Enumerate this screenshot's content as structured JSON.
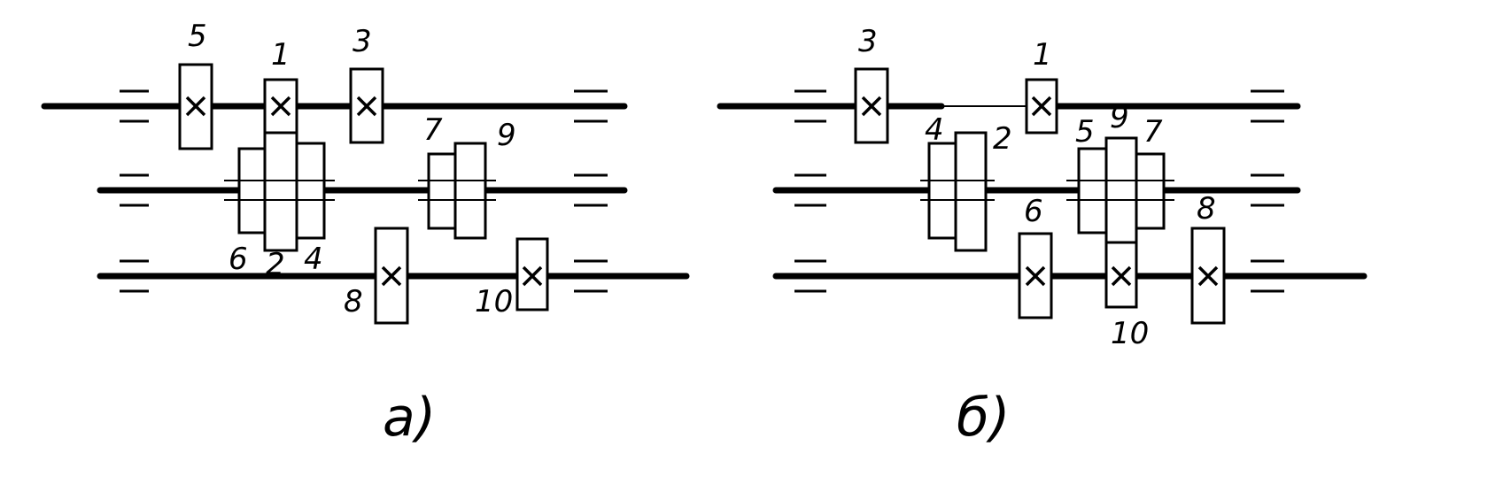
{
  "schemes": [
    {
      "caption": "а)",
      "labels": [
        "5",
        "1",
        "3",
        "7",
        "9",
        "6",
        "2",
        "4",
        "8",
        "10"
      ]
    },
    {
      "caption": "б)",
      "labels": [
        "3",
        "1",
        "4",
        "2",
        "5",
        "9",
        "7",
        "6",
        "8",
        "10"
      ]
    }
  ]
}
